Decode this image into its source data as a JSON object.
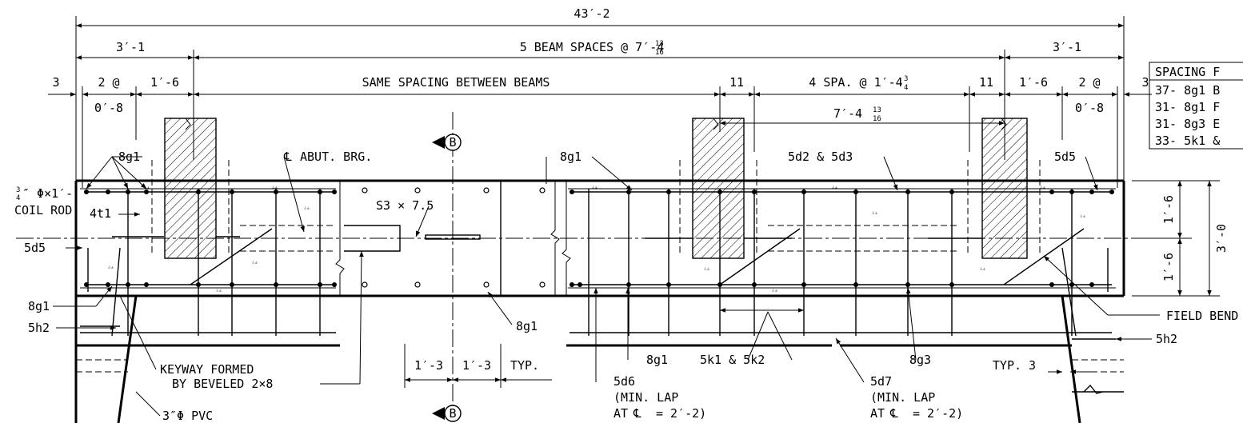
{
  "dims": {
    "overall": "43′-2",
    "end_left": "3′-1",
    "end_right": "3′-1",
    "beam_spaces_main": "5 BEAM SPACES @ 7′-4",
    "frac_13_16": [
      "13",
      "16"
    ],
    "edge_left": "3",
    "edge_right": "3",
    "two_at": "2 @",
    "zero_eight": "0′-8",
    "one_six": "1′-6",
    "same_spacing": "SAME SPACING BETWEEN BEAMS",
    "eleven": "11",
    "four_spa": "4 SPA. @ 1′-4",
    "frac_3_4": [
      "3",
      "4"
    ],
    "seven_four": "7′-4",
    "depth_total": "3′-0",
    "depth_half_top": "1′-6",
    "depth_half_bot": "1′-6",
    "one_three": "1′-3",
    "typ": "TYP.",
    "typ_3": "TYP. 3"
  },
  "labels": {
    "8g1_top": "8g1",
    "abut_brg": "ABUT. BRG.",
    "centerline_glyph": "℄",
    "s3": "S3 × 7.5",
    "8g1_mid": "8g1",
    "5d2_5d3": "5d2 & 5d3",
    "5d5_right": "5d5",
    "coil_rod_frac": [
      "3",
      "4"
    ],
    "coil_rod_a": "″ Φ×1′-",
    "coil_rod_b": "COIL ROD",
    "4t1": "4t1",
    "5d5_left": "5d5",
    "8g1_left": "8g1",
    "5h2_left": "5h2",
    "8g1_low": "8g1",
    "8g1_bottom": "8g1",
    "5k1_5k2": "5k1 & 5k2",
    "8g3": "8g3",
    "keyway_1": "KEYWAY FORMED",
    "keyway_2": "BY BEVELED 2×8",
    "pvc": "3″Φ PVC",
    "5d6": "5d6",
    "5d7": "5d7",
    "min_lap": "(MIN. LAP",
    "lap_at_a": "AT",
    "lap_at_b": "= 2′-2)",
    "field_bend": "FIELD BEND",
    "5h2_right": "5h2",
    "section_mark": "B"
  },
  "spacing_table": {
    "header": "SPACING F",
    "rows": [
      "37- 8g1 B",
      "31- 8g1 F",
      "31- 8g3 E",
      "33- 5k1 &"
    ]
  }
}
